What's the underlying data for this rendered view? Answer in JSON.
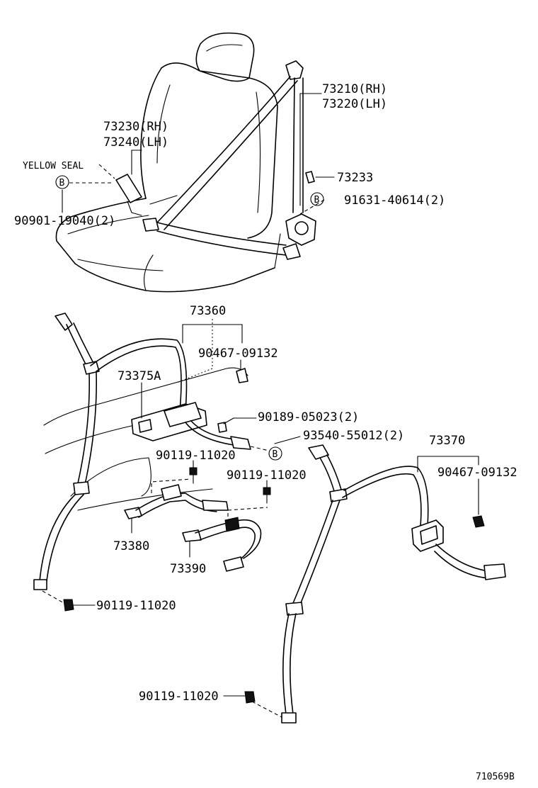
{
  "labels": {
    "p73210": "73210(RH)",
    "p73220": "73220(LH)",
    "p73230": "73230(RH)",
    "p73240": "73240(LH)",
    "yellow_seal": "YELLOW SEAL",
    "p73233": "73233",
    "p91631": "91631-40614(2)",
    "p90901": "90901-19040(2)",
    "p73360": "73360",
    "p90467_a": "90467-09132",
    "p73375a": "73375A",
    "p90189": "90189-05023(2)",
    "p93540": "93540-55012(2)",
    "p73370": "73370",
    "p90467_b": "90467-09132",
    "p90119_a": "90119-11020",
    "p90119_b": "90119-11020",
    "p73380": "73380",
    "p73390": "73390",
    "p90119_c": "90119-11020",
    "p90119_d": "90119-11020",
    "ref_b1": "B",
    "ref_b2": "B",
    "ref_b3": "B",
    "drawing_no": "710569B"
  }
}
